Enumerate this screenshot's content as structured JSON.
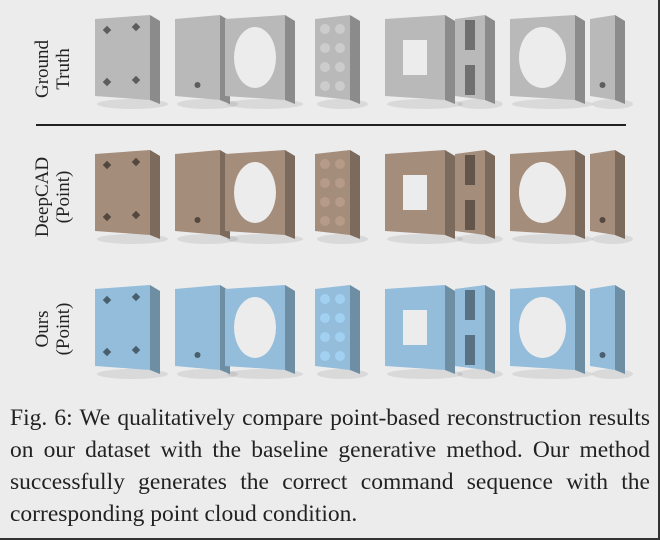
{
  "figure": {
    "rows": [
      {
        "label_line1": "Ground",
        "label_line2": "Truth",
        "color": "#b9b9b9"
      },
      {
        "label_line1": "DeepCAD",
        "label_line2": "(Point)",
        "color": "#a58d7c"
      },
      {
        "label_line1": "Ours",
        "label_line2": "(Point)",
        "color": "#93bddb"
      }
    ],
    "objects_per_row": 8
  },
  "caption": {
    "text": "Fig. 6: We qualitatively compare point-based reconstruction results on our dataset with the baseline generative method. Our method successfully generates the correct command sequence with the corresponding point cloud condition."
  }
}
